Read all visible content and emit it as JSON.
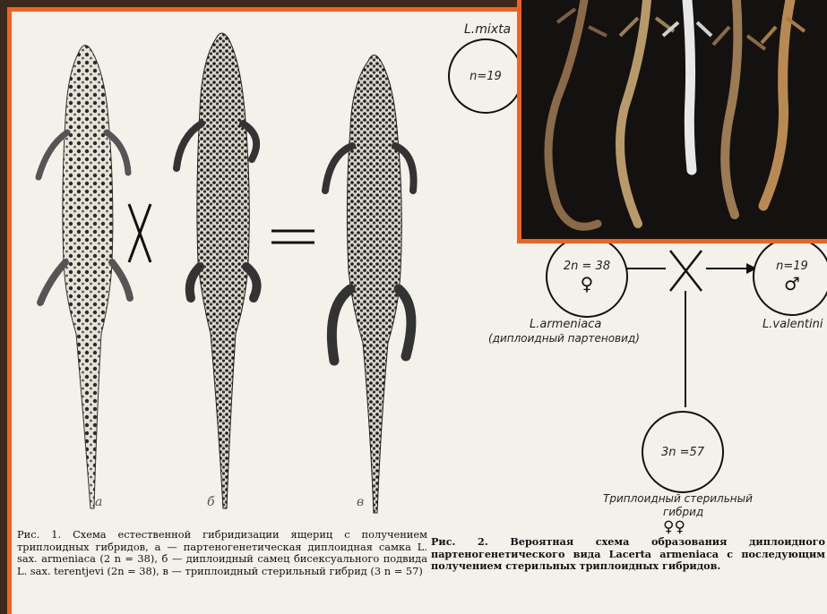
{
  "figure1": {
    "labels": [
      "а",
      "б",
      "в"
    ],
    "caption_prefix": "Рис. 1.",
    "caption": "Схема естественной гибридизации ящериц с получением триплоидных гибридов, а — партеногенетическая диплоидная самка L. sax. armeniaca (2 n = 38), б — диплоидный самец бисексуального подвида L. sax. terentjevi (2n = 38), в — триплоидный стерильный гибрид (3 n = 57)"
  },
  "figure2": {
    "top_species": "L.mixta",
    "top_count": "n=19",
    "left_count": "2n = 38",
    "left_sex": "♀",
    "left_species": "L.armeniaca",
    "left_note": "(диплоидный партеновид)",
    "right_count": "n=19",
    "right_sex": "♂",
    "right_species": "L.valentini",
    "bottom_count": "3n =57",
    "bottom_note_1": "Триплоидный стерильный",
    "bottom_note_2": "гибрид",
    "bottom_sex": "♀♀",
    "caption_prefix": "Рис. 2.",
    "caption": "Вероятная схема образования диплоидного партеногенетического вида Lacerta armeniaca с последующим получением стерильных триплоидных гибридов."
  },
  "colors": {
    "frame": "#f0621f",
    "paper": "#f4f1ea",
    "ink": "#111111"
  }
}
